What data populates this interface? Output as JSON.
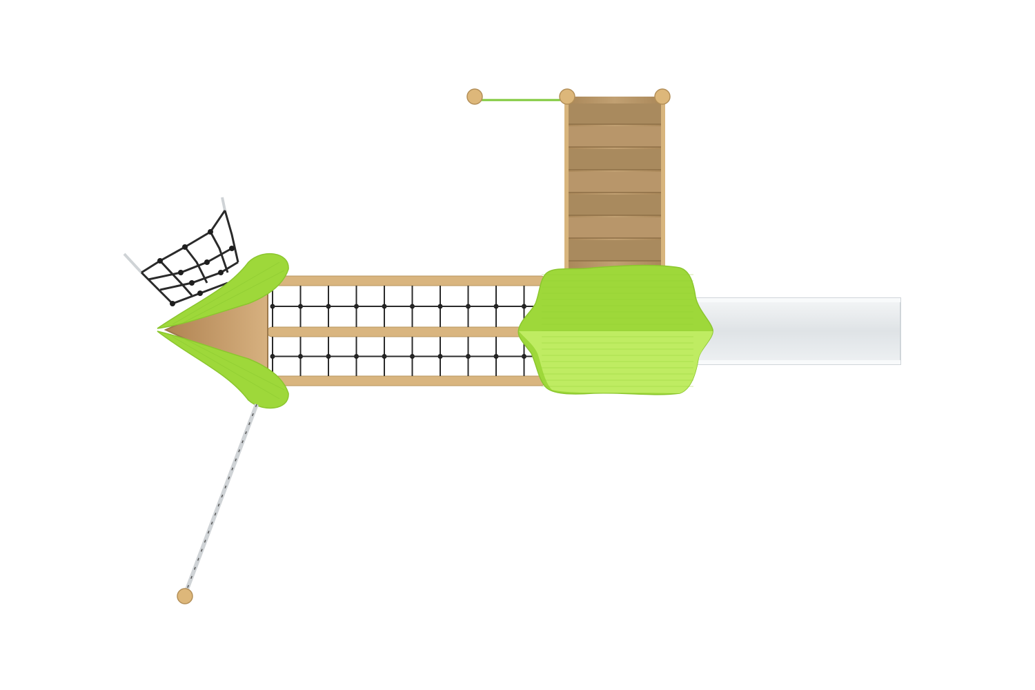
{
  "image": {
    "subject": "playground-structure-top-view",
    "background_color": "#ffffff"
  },
  "colors": {
    "roof_green": "#9ed83a",
    "roof_green_light": "#c4f06a",
    "roof_line": "#8bc62e",
    "wood": "#d6b07a",
    "wood_dark": "#a98752",
    "deck_wood": "#b48a55",
    "net_rope": "#2a2a2a",
    "slide_gray": "#e3e6e8",
    "cable_gray": "#cfd3d6"
  },
  "components": {
    "net_bridge_sections": 2,
    "stair_treads": 7,
    "posts": 4
  }
}
